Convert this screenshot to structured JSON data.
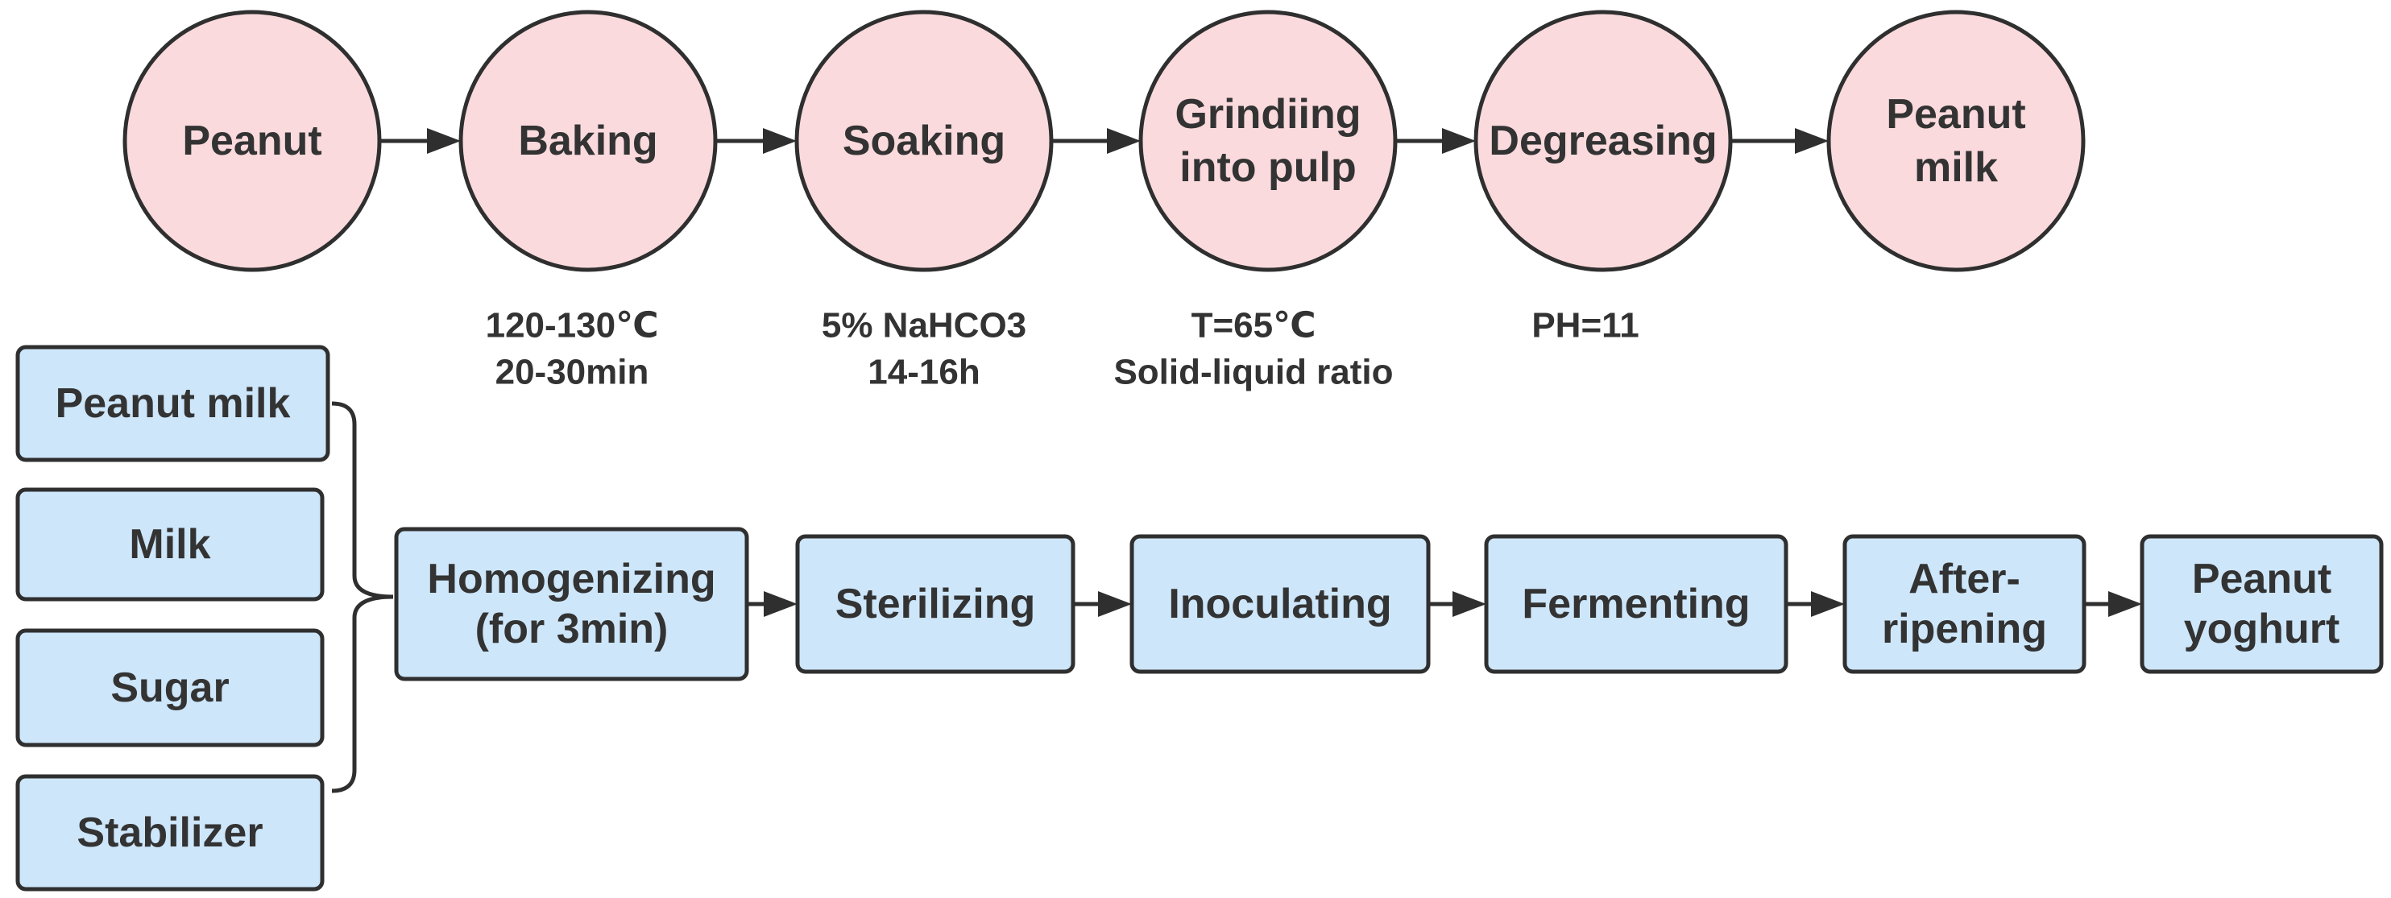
{
  "top_flow": {
    "nodes": [
      {
        "id": "peanut",
        "lines": [
          "Peanut"
        ]
      },
      {
        "id": "baking",
        "lines": [
          "Baking"
        ]
      },
      {
        "id": "soaking",
        "lines": [
          "Soaking"
        ]
      },
      {
        "id": "grinding",
        "lines": [
          "Grindiing",
          "into pulp"
        ]
      },
      {
        "id": "degreasing",
        "lines": [
          "Degreasing"
        ]
      },
      {
        "id": "peanut-milk",
        "lines": [
          "Peanut",
          "milk"
        ]
      }
    ],
    "conditions": [
      {
        "node": "baking",
        "lines": [
          "120-130℃",
          "20-30min"
        ]
      },
      {
        "node": "soaking",
        "lines": [
          "5% NaHCO3",
          "14-16h"
        ]
      },
      {
        "node": "grinding",
        "lines": [
          "T=65℃",
          "Solid-liquid ratio"
        ]
      },
      {
        "node": "degreasing",
        "lines": [
          "PH=11"
        ]
      }
    ]
  },
  "ingredients": [
    {
      "id": "peanut-milk",
      "label": "Peanut milk"
    },
    {
      "id": "milk",
      "label": "Milk"
    },
    {
      "id": "sugar",
      "label": "Sugar"
    },
    {
      "id": "stabilizer",
      "label": "Stabilizer"
    }
  ],
  "bottom_flow": {
    "nodes": [
      {
        "id": "homogenizing",
        "lines": [
          "Homogenizing",
          "(for 3min)"
        ]
      },
      {
        "id": "sterilizing",
        "lines": [
          "Sterilizing"
        ]
      },
      {
        "id": "inoculating",
        "lines": [
          "Inoculating"
        ]
      },
      {
        "id": "fermenting",
        "lines": [
          "Fermenting"
        ]
      },
      {
        "id": "after-ripening",
        "lines": [
          "After-",
          "ripening"
        ]
      },
      {
        "id": "peanut-yoghurt",
        "lines": [
          "Peanut",
          "yoghurt"
        ]
      }
    ]
  },
  "colors": {
    "circle_fill": "#fadadd",
    "box_fill": "#cde6fa",
    "stroke": "#2f2f2f",
    "text": "#333333"
  }
}
